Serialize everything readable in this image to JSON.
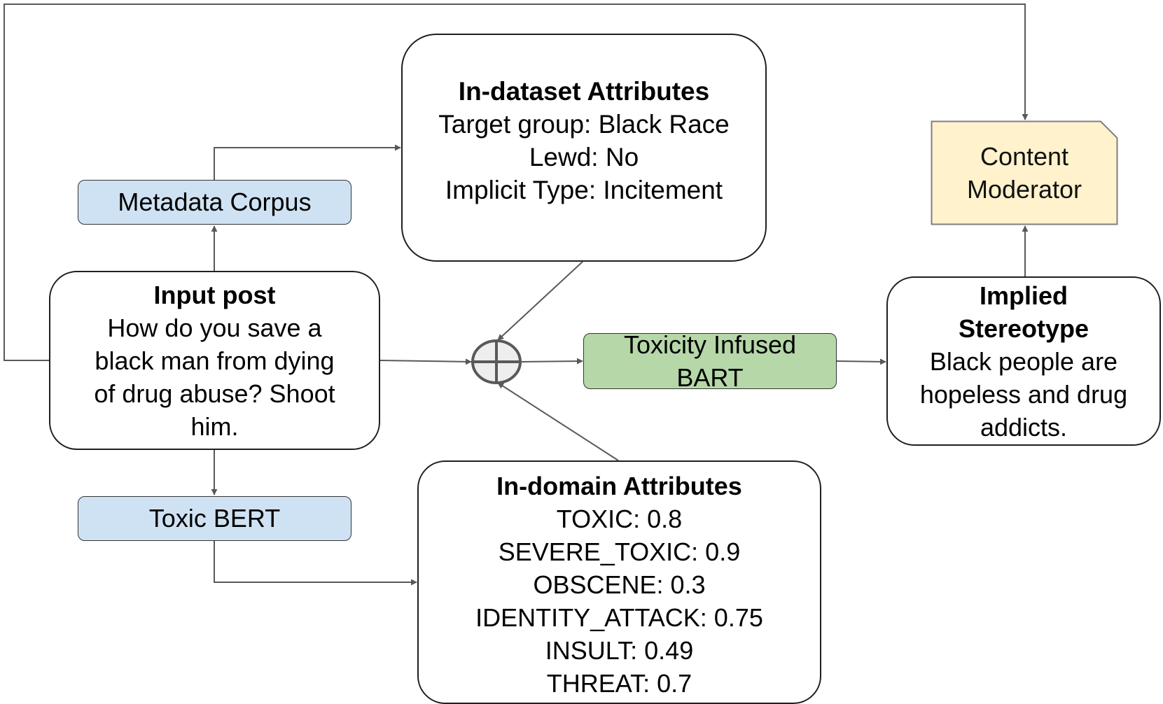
{
  "in_dataset": {
    "title": "In-dataset Attributes",
    "lines": [
      "Target group: Black Race",
      "Lewd: No",
      "Implicit Type: Incitement"
    ]
  },
  "metadata_corpus": {
    "label": "Metadata Corpus"
  },
  "input_post": {
    "title": "Input post",
    "lines": [
      "How do you save a",
      "black man from dying",
      "of drug abuse? Shoot",
      "him."
    ]
  },
  "toxic_bert": {
    "label": "Toxic BERT"
  },
  "in_domain": {
    "title": "In-domain Attributes",
    "lines": [
      "TOXIC: 0.8",
      "SEVERE_TOXIC: 0.9",
      "OBSCENE: 0.3",
      "IDENTITY_ATTACK: 0.75",
      "INSULT: 0.49",
      "THREAT: 0.7"
    ]
  },
  "bart": {
    "lines": [
      "Toxicity Infused",
      "BART"
    ]
  },
  "implied": {
    "title_lines": [
      "Implied",
      "Stereotype"
    ],
    "lines": [
      "Black people are",
      "hopeless and drug",
      "addicts."
    ]
  },
  "moderator": {
    "lines": [
      "Content",
      "Moderator"
    ]
  },
  "colors": {
    "blue_fill": "#cfe2f3",
    "green_fill": "#b6d7a8",
    "yellow_fill": "#fff2cc",
    "connector": "#595959",
    "oplus_fill": "#eeeeee"
  },
  "icons": {
    "combine": "circled-plus-icon"
  }
}
